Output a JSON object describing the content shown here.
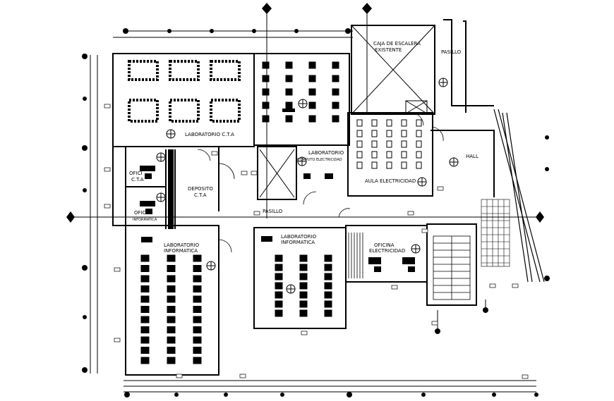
{
  "rooms": {
    "laboratorio_cta": "LABORATORIO C.T.A",
    "laboratorio_computo_line1": "LABORATORIO",
    "laboratorio_computo_line2": "COMPUTO ELECTRICIDAD",
    "aula_electricidad": "AULA ELECTRICIDAD",
    "caja_escalera_line1": "CAJA DE ESCALERA",
    "caja_escalera_line2": "EXISTENTE",
    "pasillo_top": "PASILLO",
    "hall": "HALL",
    "oficina_cta_line1": "OFICI",
    "oficina_cta_line2": "C.T.A",
    "deposito_line1": "DEPOSITO",
    "deposito_line2": "C.T.A",
    "pasillo_center": "PASILLO",
    "oficina_informatica_line1": "OFIC",
    "oficina_informatica_line2": "INFORMATICA",
    "lab_informatica_left_line1": "LABORATORIO",
    "lab_informatica_left_line2": "INFORMATICA",
    "lab_informatica_center_line1": "LABORATORIO",
    "lab_informatica_center_line2": "INFORMATICA",
    "oficina_electricidad_line1": "OFICINA",
    "oficina_electricidad_line2": "ELECTRICIDAD"
  },
  "colors": {
    "line": "#000000",
    "background": "#ffffff"
  }
}
